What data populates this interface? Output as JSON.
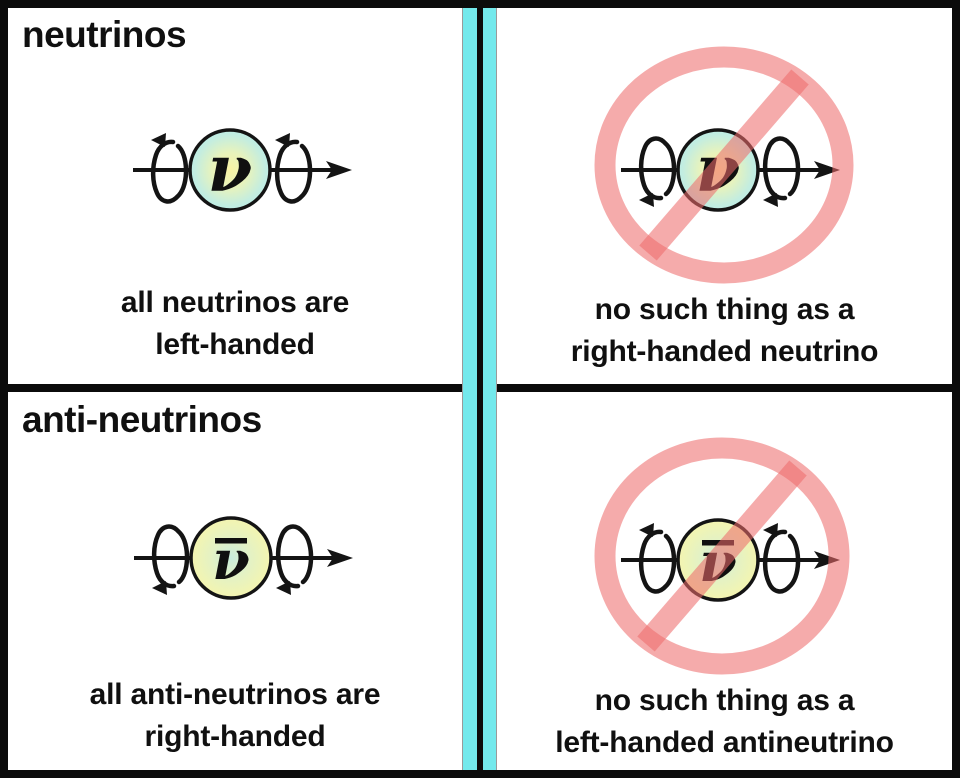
{
  "panels": {
    "top_left": {
      "heading": "neutrinos",
      "caption": [
        "all neutrinos are",
        "left-handed"
      ],
      "particle": {
        "symbol": "ν",
        "overbar": false,
        "spin_arrowheads": "top",
        "handedness": "left-handed"
      },
      "prohibited": false
    },
    "top_right": {
      "caption": [
        "no such thing as a",
        "right-handed neutrino"
      ],
      "particle": {
        "symbol": "ν",
        "overbar": false,
        "spin_arrowheads": "bottom",
        "handedness": "right-handed"
      },
      "prohibited": true
    },
    "bottom_left": {
      "heading": "anti-neutrinos",
      "caption": [
        "all anti-neutrinos are",
        "right-handed"
      ],
      "particle": {
        "symbol": "ν",
        "overbar": true,
        "spin_arrowheads": "bottom",
        "handedness": "right-handed"
      },
      "prohibited": false
    },
    "bottom_right": {
      "caption": [
        "no such thing as a",
        "left-handed antineutrino"
      ],
      "particle": {
        "symbol": "ν",
        "overbar": true,
        "spin_arrowheads": "top",
        "handedness": "left-handed"
      },
      "prohibited": true
    }
  },
  "colors": {
    "divider_cyan": "#73E9EC",
    "border_black": "#0B0B0B",
    "prohibition_pink": "#F5B3B3",
    "neutrino_fill_center": "#F9F3A4",
    "neutrino_fill_edge": "#B7ECEA",
    "antineutrino_fill_center": "#C9EDDD",
    "antineutrino_fill_edge": "#F7F5AB",
    "ink": "#101010"
  }
}
